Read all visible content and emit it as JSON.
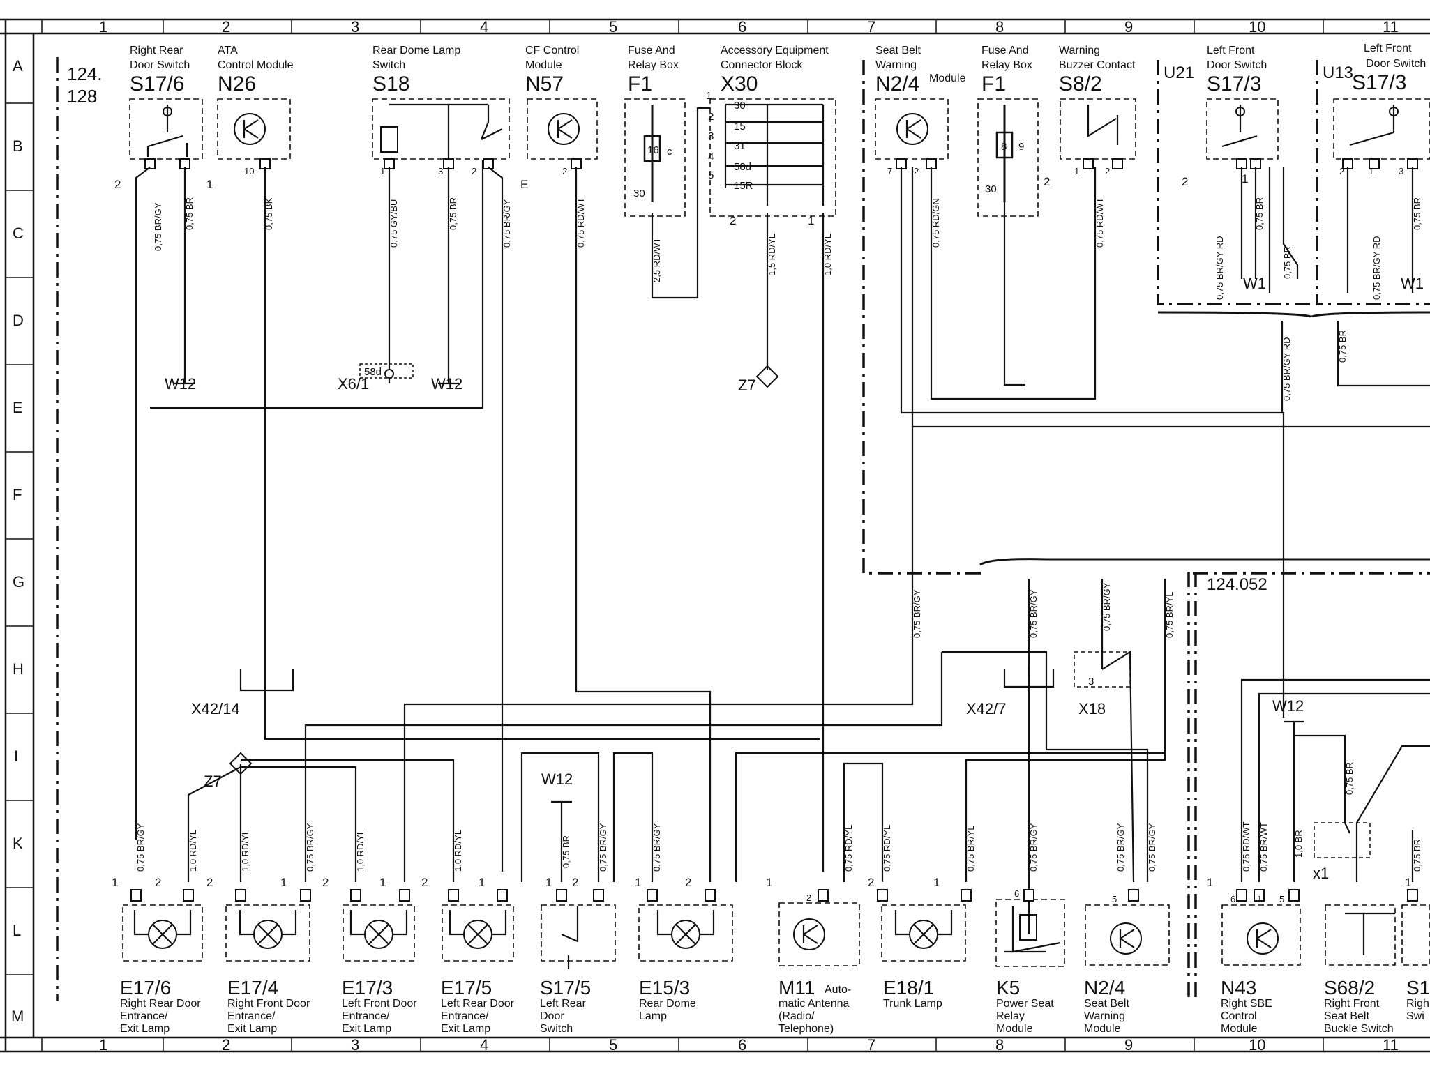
{
  "column_numbers": [
    "1",
    "2",
    "3",
    "4",
    "5",
    "6",
    "7",
    "8",
    "9",
    "10",
    "11"
  ],
  "row_letters": [
    "A",
    "B",
    "C",
    "D",
    "E",
    "F",
    "G",
    "H",
    "I",
    "K",
    "L",
    "M"
  ],
  "model_codes": {
    "main_1": "124.",
    "main_2": "128",
    "right_section": "124.052",
    "u21": "U21",
    "u13": "U13"
  },
  "top_components": [
    {
      "code": "S17/6",
      "line1": "Right Rear",
      "line2": "Door Switch"
    },
    {
      "code": "N26",
      "line1": "ATA",
      "line2": "Control Module"
    },
    {
      "code": "S18",
      "line1": "Rear Dome Lamp",
      "line2": "Switch"
    },
    {
      "code": "N57",
      "line1": "CF Control",
      "line2": "Module"
    },
    {
      "code": "F1",
      "line1": "Fuse And",
      "line2": "Relay Box"
    },
    {
      "code": "X30",
      "line1": "Accessory Equipment",
      "line2": "Connector Block"
    },
    {
      "code": "N2/4",
      "line1": "Seat Belt",
      "line2": "Warning",
      "suffix": "Module"
    },
    {
      "code": "F1",
      "line1": "Fuse And",
      "line2": "Relay Box"
    },
    {
      "code": "S8/2",
      "line1": "Warning",
      "line2": "Buzzer Contact"
    },
    {
      "code": "S17/3",
      "line1": "Left Front",
      "line2": "Door Switch"
    },
    {
      "code": "S17/3",
      "line1": "Left Front",
      "line2": "Door Switch"
    }
  ],
  "bottom_components": [
    {
      "code": "E17/6",
      "lines": [
        "Right Rear Door",
        "Entrance/",
        "Exit Lamp"
      ]
    },
    {
      "code": "E17/4",
      "lines": [
        "Right Front Door",
        "Entrance/",
        "Exit Lamp"
      ]
    },
    {
      "code": "E17/3",
      "lines": [
        "Left Front Door",
        "Entrance/",
        "Exit Lamp"
      ]
    },
    {
      "code": "E17/5",
      "lines": [
        "Left Rear Door",
        "Entrance/",
        "Exit Lamp"
      ]
    },
    {
      "code": "S17/5",
      "lines": [
        "Left Rear",
        "Door",
        "Switch"
      ]
    },
    {
      "code": "E15/3",
      "lines": [
        "Rear Dome",
        "Lamp"
      ]
    },
    {
      "code": "M11",
      "suffix": "Auto-",
      "lines": [
        "matic Antenna",
        "(Radio/",
        "Telephone)"
      ]
    },
    {
      "code": "E18/1",
      "lines": [
        "Trunk Lamp"
      ]
    },
    {
      "code": "K5",
      "lines": [
        "Power Seat",
        "Relay",
        "Module"
      ]
    },
    {
      "code": "N2/4",
      "lines": [
        "Seat Belt",
        "Warning",
        "Module"
      ]
    },
    {
      "code": "N43",
      "lines": [
        "Right SBE",
        "Control",
        "Module"
      ]
    },
    {
      "code": "S68/2",
      "lines": [
        "Right Front",
        "Seat Belt",
        "Buckle Switch"
      ]
    },
    {
      "code": "S1",
      "lines": [
        "Righ",
        "Swi"
      ]
    }
  ],
  "connectors": {
    "x42_14": "X42/14",
    "x42_7": "X42/7",
    "x18": "X18",
    "x6_1": "X6/1",
    "z7_top": "Z7",
    "z7_left": "Z7",
    "x1": "x1",
    "pin_58d": "58d",
    "pin_e": "E"
  },
  "grounds": {
    "w12_a": "W12",
    "w12_b": "W12",
    "w12_c": "W12",
    "w12_d": "W12",
    "w1_a": "W1",
    "w1_b": "W1"
  },
  "x30_terminals": [
    "30",
    "15",
    "31",
    "58d",
    "15R"
  ],
  "x30_pin_numbers": [
    "1",
    "2",
    "3",
    "4",
    "5"
  ],
  "fuse_values": {
    "f1_left": "16",
    "f1_left_letter": "c",
    "f1_left_in": "30",
    "f1_right": "8",
    "f1_right_letter": "9",
    "f1_right_in": "30"
  },
  "wire_labels": {
    "s176_brgy": "0,75 BR/GY",
    "s176_br": "0,75 BR",
    "n26_bk": "0,75 BK",
    "s18_gybu": "0,75 GY/BU",
    "s18_br": "0,75 BR",
    "s18_brgy": "0,75 BR/GY",
    "n57_rdwt": "0,75 RD/WT",
    "f1_rdwt": "2,5 RD/WT",
    "x30_rdyl15": "1,5 RD/YL",
    "x30_rdyl10": "1,0 RD/YL",
    "n24_rdgn": "0,75 RD/GN",
    "s82_rdwt": "0,75 RD/WT",
    "s173_brgyrd": "0,75 BR/GY RD",
    "s173_br": "0,75 BR",
    "s173_br2": "0,75 BR",
    "u13_brgyrd": "0,75 BR/GY RD",
    "u13_br": "0,75 BR",
    "trunk_brgyrd": "0,75 BR/GY RD",
    "trunk_br": "0,75 BR",
    "g_brgy": "0,75 BR/GY",
    "g_brgy2": "0,75 BR/GY",
    "g_brgy3": "0,75 BR/GY",
    "g_bryl": "0,75 BR/YL",
    "e176_brgy": "0,75 BR/GY",
    "e176_rdyl": "1,0 RD/YL",
    "e174_rdyl": "1,0 RD/YL",
    "e174_brgy": "0,75 BR/GY",
    "e173_rdyl": "1,0 RD/YL",
    "e175_rdyl": "1,0 RD/YL",
    "s175_br": "0,75 BR",
    "s175_brgy": "0,75 BR/GY",
    "e153_brgy": "0,75 BR/GY",
    "m11_rdyl": "0,75 RD/YL",
    "e181_rdyl": "0,75 RD/YL",
    "e181_bryl": "0,75 BR/YL",
    "k5_brgy": "0,75 BR/GY",
    "n24b_brgy": "0,75 BR/GY",
    "n24b_brgy2": "0,75 BR/GY",
    "n43_rdwt": "0,75 RD/WT",
    "n43_brwt": "0,75 BR/WT",
    "n43_br": "1,0 BR",
    "s68_br": "0,75 BR",
    "s1_br": "0,75 BR"
  },
  "pins": {
    "s176_2": "2",
    "s176_1": "1",
    "n26_10": "10",
    "s18_1": "1",
    "s18_3": "3",
    "s18_2": "2",
    "n57_2": "2",
    "x30_2": "2",
    "x30_1": "1",
    "n24_7": "7",
    "n24_2": "2",
    "f1r_2": "2",
    "s82_1": "1",
    "s82_2": "2",
    "s173_2": "2",
    "s173_1": "1",
    "u13_2": "2",
    "u13_1": "1",
    "u13_3": "3",
    "e176_1": "1",
    "e176_2": "2",
    "e174_2": "2",
    "e174_1": "1",
    "e173_2": "2",
    "e173_1": "1",
    "e175_2": "2",
    "e175_1": "1",
    "s175_1": "1",
    "s175_2": "2",
    "e153_1": "1",
    "e153_2": "2",
    "m11_1": "1",
    "m11_2": "2",
    "e181_2": "2",
    "e181_1": "1",
    "k5_6": "6",
    "n24b_5": "5",
    "n43_1": "1",
    "n43_6": "6",
    "n43_1b": "1",
    "n43_5": "5",
    "s1_1": "1",
    "x18_3": "3"
  }
}
